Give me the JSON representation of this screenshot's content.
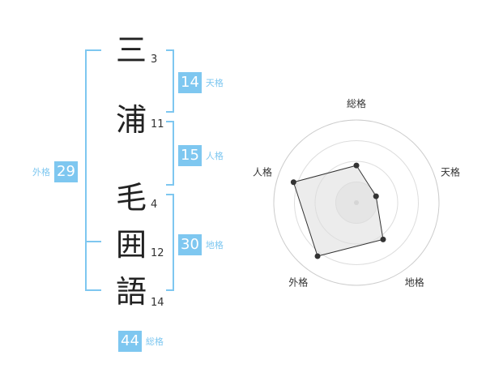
{
  "name": {
    "characters": [
      {
        "char": "三",
        "strokes": "3"
      },
      {
        "char": "浦",
        "strokes": "11"
      },
      {
        "char": "毛",
        "strokes": "4"
      },
      {
        "char": "囲",
        "strokes": "12"
      },
      {
        "char": "語",
        "strokes": "14"
      }
    ]
  },
  "fortunes": {
    "tenkaku": {
      "value": "14",
      "label": "天格"
    },
    "jinkaku": {
      "value": "15",
      "label": "人格"
    },
    "chikaku": {
      "value": "30",
      "label": "地格"
    },
    "gaikaku": {
      "value": "29",
      "label": "外格"
    },
    "soukaku": {
      "value": "44",
      "label": "総格"
    }
  },
  "colors": {
    "accent": "#7ec7f0",
    "grid": "#dddddd",
    "polygon": "#333333"
  },
  "chart_data": {
    "type": "radar",
    "axes": [
      "総格",
      "天格",
      "地格",
      "外格",
      "人格"
    ],
    "values": [
      0.45,
      0.25,
      0.55,
      0.8,
      0.8
    ],
    "rings": 4
  }
}
